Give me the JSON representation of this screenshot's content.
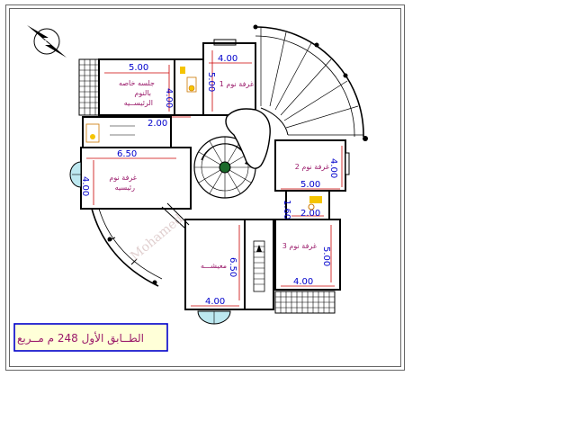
{
  "plan": {
    "rooms": {
      "master_sitting": {
        "name_l1": "جلسه خاصه",
        "name_l2": "بالنوم",
        "name_l3": "الرئيســيه",
        "width": "5.00",
        "depth": "4.00"
      },
      "bedroom1": {
        "name": "غرفة نوم 1",
        "width": "4.00",
        "depth": "5.00"
      },
      "corridor_small": {
        "width": "2.00"
      },
      "master_bedroom": {
        "name_l1": "غرفة نوم",
        "name_l2": "رئيسيه",
        "width": "6.50",
        "depth": "4.00"
      },
      "bedroom2": {
        "name": "غرفة نوم 2",
        "width": "5.00",
        "depth": "4.00"
      },
      "bath2": {
        "width": "2.00",
        "depth": "1.60"
      },
      "bedroom3": {
        "name": "غرفة نوم 3",
        "width": "4.00",
        "depth": "5.00"
      },
      "living": {
        "name": "معيشـــه",
        "width": "4.00",
        "depth": "6.50"
      }
    },
    "title": {
      "text": "الطــابق الأول  248 م مــربع"
    },
    "watermark": "Mohamed",
    "colors": {
      "dim": "#0000cc",
      "room_label": "#9a1a6a",
      "title_border": "#0000cc",
      "title_bg": "#ffffd8",
      "window": "#bde8f0"
    },
    "icons": [
      "north-arrow-icon",
      "spiral-stair-icon"
    ]
  }
}
